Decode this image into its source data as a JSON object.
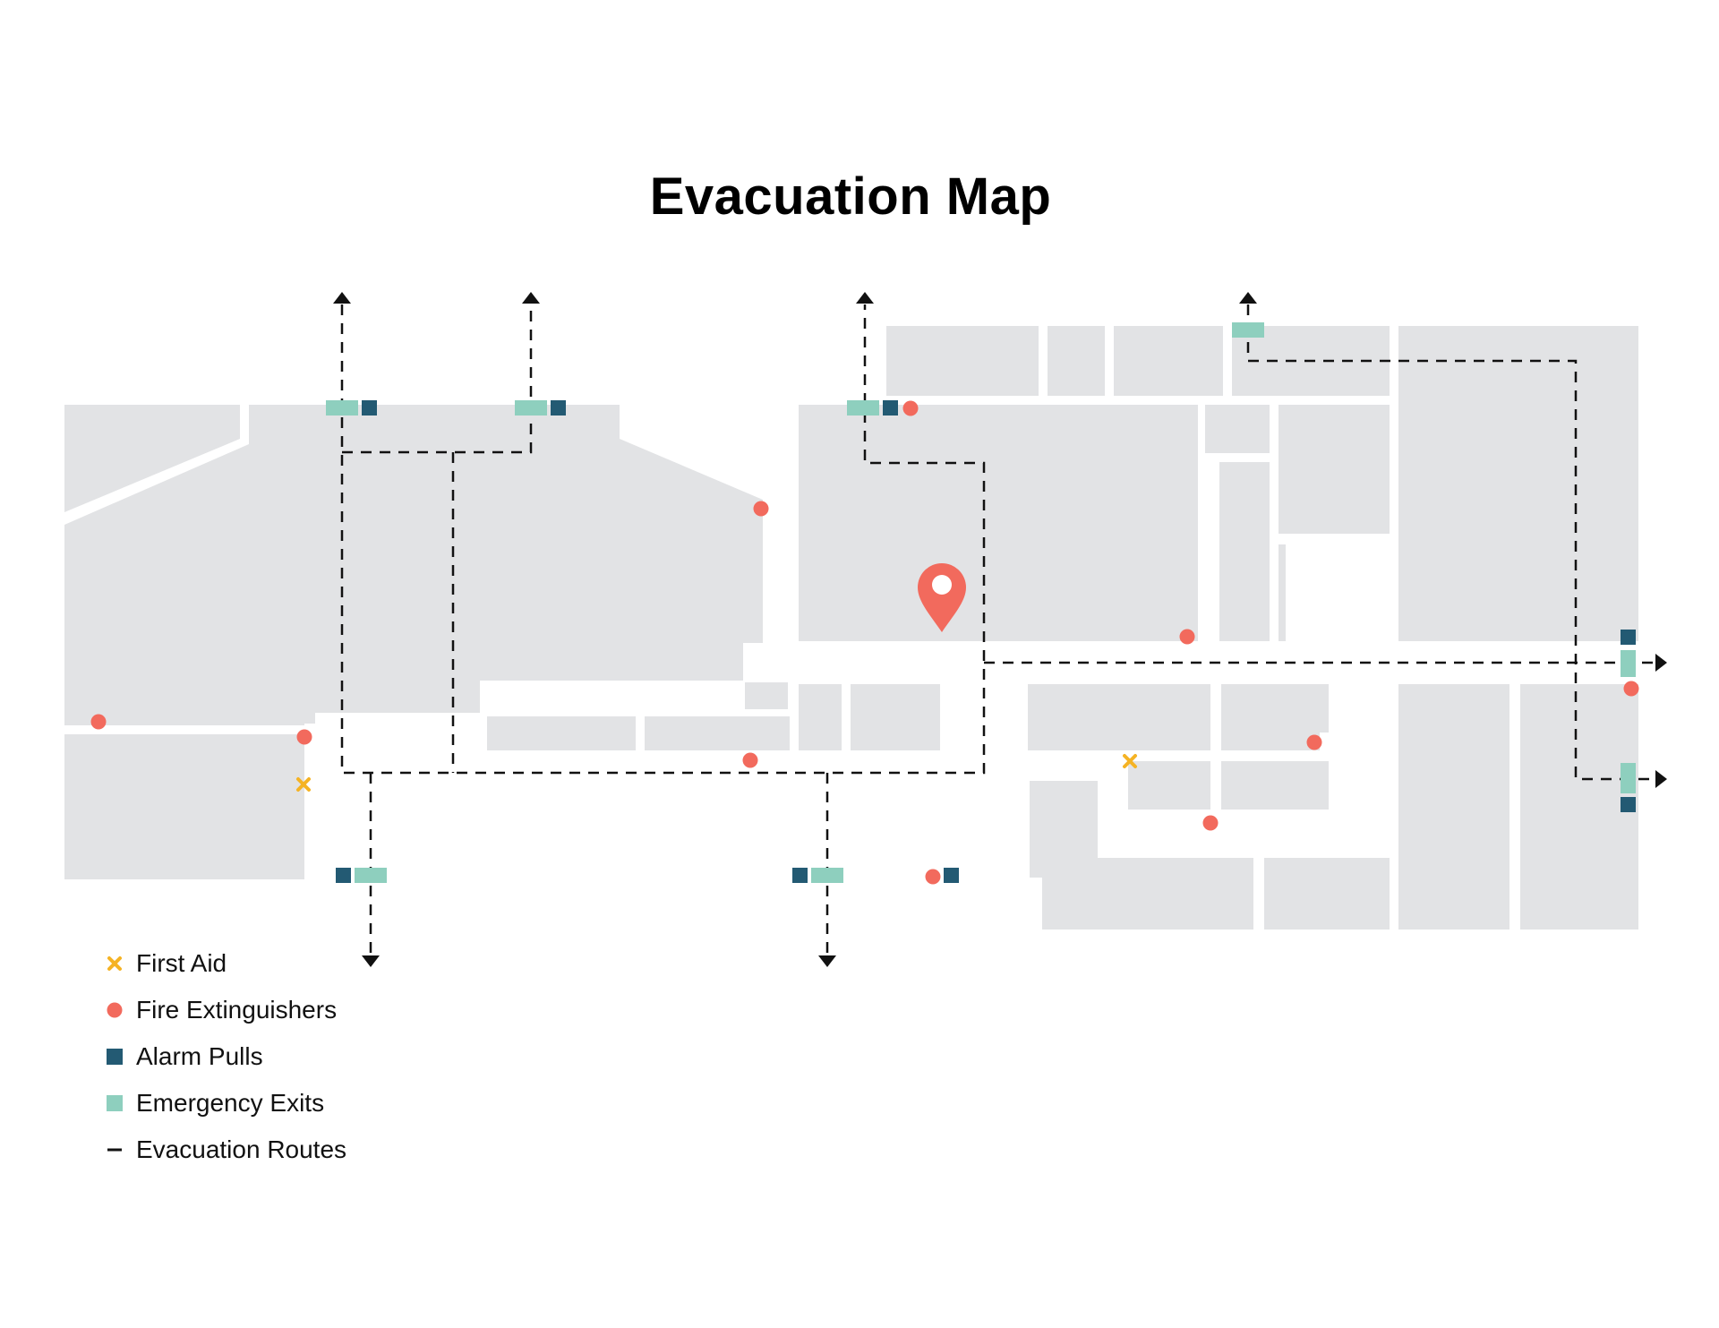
{
  "title": "Evacuation Map",
  "colors": {
    "room": "#e2e3e5",
    "wall": "#ffffff",
    "first_aid": "#f5b324",
    "fire_extinguisher": "#f26a5d",
    "alarm_pull": "#235a73",
    "emergency_exit": "#8ecfbe",
    "route": "#111111",
    "you_are_here": "#f26a5d"
  },
  "icons": {
    "first_aid": "x-mark-icon",
    "fire_extinguisher": "dot-icon",
    "alarm_pull": "square-icon",
    "emergency_exit": "rectangle-icon",
    "evacuation_route": "dash-icon",
    "you_are_here": "map-pin-icon"
  },
  "legend": [
    {
      "key": "first_aid",
      "label": "First Aid"
    },
    {
      "key": "fire_extinguisher",
      "label": "Fire Extinguishers"
    },
    {
      "key": "alarm_pull",
      "label": "Alarm Pulls"
    },
    {
      "key": "emergency_exit",
      "label": "Emergency Exits"
    },
    {
      "key": "evacuation_route",
      "label": "Evacuation Routes"
    }
  ]
}
